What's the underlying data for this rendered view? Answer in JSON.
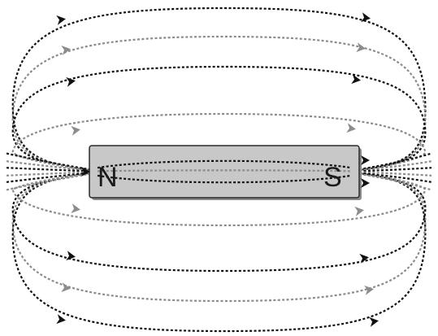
{
  "magnet": {
    "north_label": "N",
    "south_label": "S",
    "body_color": "#c8c8c8",
    "outline_color": "#2a2a2a"
  },
  "field_lines": {
    "dark_color": "#111111",
    "gray_color": "#8c8c8c",
    "style": "dashed",
    "direction": "north-to-south",
    "arrow_icon": "chevron-right-icon"
  }
}
